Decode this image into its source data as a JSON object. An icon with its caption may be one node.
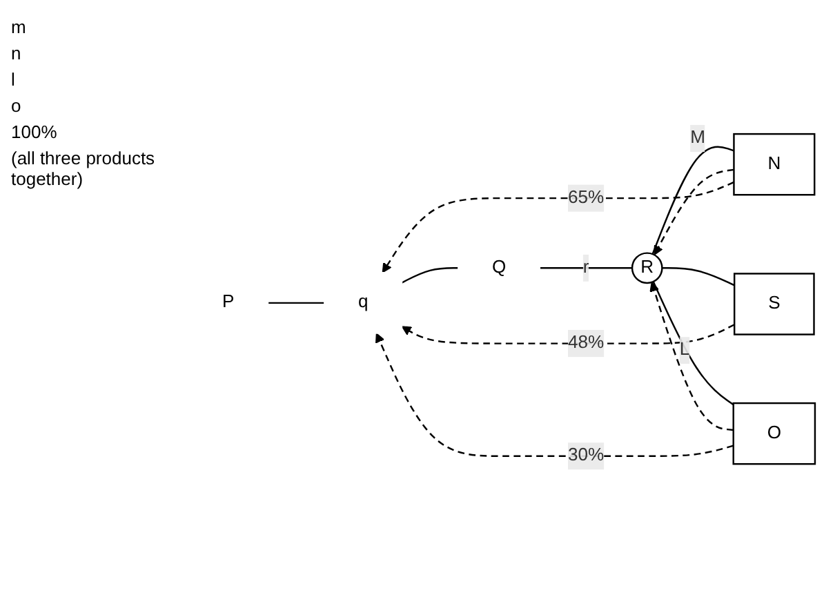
{
  "diagram": {
    "nodes": [
      {
        "text": [
          "P"
        ]
      },
      {
        "text": [
          "q"
        ]
      },
      {
        "text": [
          "Q"
        ]
      },
      {
        "text": [
          "R"
        ]
      },
      {
        "text": [
          "N"
        ]
      },
      {
        "text": [
          "S"
        ]
      },
      {
        "text": [
          "O"
        ]
      }
    ],
    "edges": [
      {
        "from": 0,
        "to": 1,
        "arrow": "none"
      },
      {
        "from": 1,
        "to": 2,
        "arrow": "none"
      },
      {
        "from": 2,
        "to": 3,
        "arrow": "none",
        "label": "r"
      },
      {
        "from": 3,
        "to": 4,
        "arrow": "none",
        "label": "M"
      },
      {
        "from": 3,
        "to": 5,
        "arrow": "none"
      },
      {
        "from": 3,
        "to": 6,
        "arrow": "none",
        "label": "L"
      },
      {
        "from": 4,
        "to": 3,
        "arrow": "to",
        "style": "dashed"
      },
      {
        "from": 6,
        "to": 3,
        "arrow": "to",
        "style": "dashed"
      },
      {
        "from": 6,
        "to": 1,
        "arrow": "to",
        "style": "dashed",
        "label": "30%"
      },
      {
        "from": 5,
        "to": 1,
        "arrow": "to",
        "style": "dashed",
        "label": "48%"
      },
      {
        "from": 4,
        "to": 1,
        "arrow": "to",
        "style": "dashed",
        "label": "65%"
      }
    ],
    "labels": [
      "m",
      "n",
      "l",
      "o",
      "100%",
      "(all three products together)"
    ]
  }
}
